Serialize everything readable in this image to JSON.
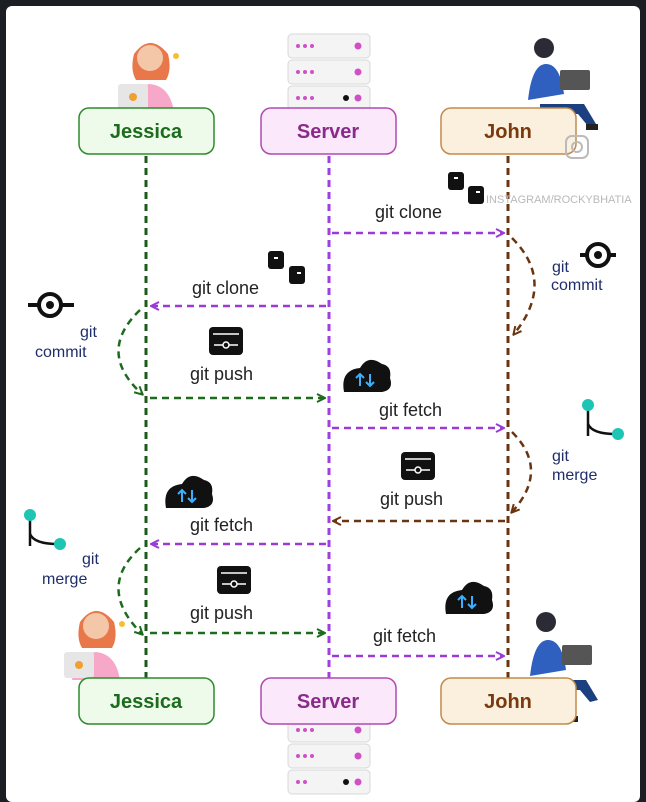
{
  "actors": {
    "jessica": {
      "label": "Jessica",
      "color": "#1d6b1d",
      "fill": "#eefbea"
    },
    "server": {
      "label": "Server",
      "color": "#8a2a8a",
      "fill": "#fbe8fb"
    },
    "john": {
      "label": "John",
      "color": "#7a3a10",
      "fill": "#fbf0de"
    }
  },
  "steps": {
    "john_clone": "git clone",
    "jessica_clone": "git clone",
    "john_commit_a": "git",
    "john_commit_b": "commit",
    "jessica_commit_a": "git",
    "jessica_commit_b": "commit",
    "jessica_push_1": "git push",
    "john_fetch_1": "git fetch",
    "john_merge_a": "git",
    "john_merge_b": "merge",
    "john_push": "git push",
    "jessica_fetch": "git fetch",
    "jessica_merge_a": "git",
    "jessica_merge_b": "merge",
    "jessica_push_2": "git push",
    "john_fetch_2": "git fetch"
  },
  "watermark": "INSTAGRAM/ROCKYBHATIA",
  "icons": {
    "clone": "clone-icon",
    "commit": "commit-icon",
    "push": "push-icon",
    "fetch": "fetch-cloud-icon",
    "merge": "merge-icon",
    "server": "server-rack-icon",
    "person": "person-illustration"
  }
}
